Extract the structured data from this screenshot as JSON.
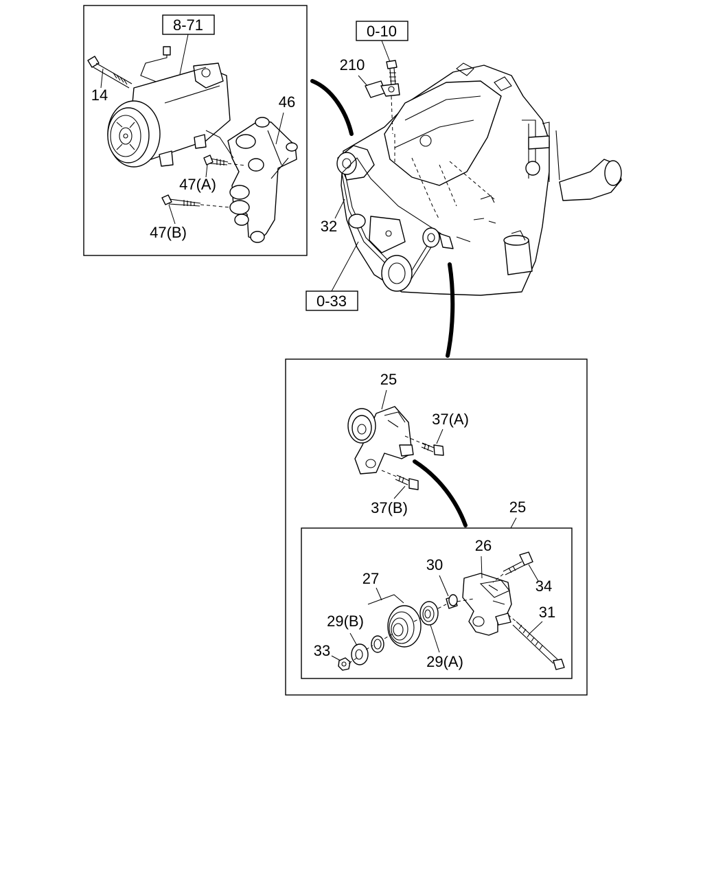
{
  "references": {
    "ref_8_71": "8-71",
    "ref_0_10": "0-10",
    "ref_0_33": "0-33"
  },
  "compressor_box": {
    "label_14": "14",
    "label_46": "46",
    "label_47a": "47(A)",
    "label_47b": "47(B)"
  },
  "engine": {
    "label_210": "210",
    "label_32": "32"
  },
  "tensioner_box": {
    "label_25_top": "25",
    "label_37a": "37(A)",
    "label_37b": "37(B)",
    "label_25_sub": "25"
  },
  "tensioner_parts": {
    "label_26": "26",
    "label_27": "27",
    "label_30": "30",
    "label_34": "34",
    "label_31": "31",
    "label_29b": "29(B)",
    "label_29a": "29(A)",
    "label_33": "33"
  }
}
